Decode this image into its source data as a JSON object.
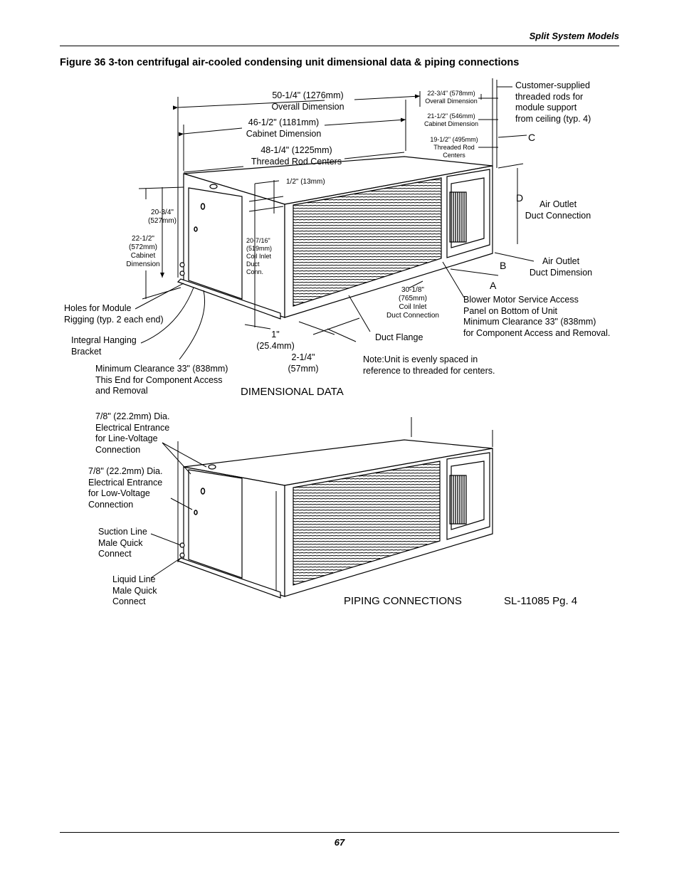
{
  "header": {
    "section": "Split System Models"
  },
  "figure": {
    "title": "Figure 36  3-ton centrifugal air-cooled condensing unit dimensional data & piping connections"
  },
  "dimensional": {
    "overall_dimension": [
      "50-1/4\" (1276mm)",
      "Overall Dimension"
    ],
    "cabinet_dimension": [
      "46-1/2\" (1181mm)",
      "Cabinet Dimension"
    ],
    "threaded_rod_centers": [
      "48-1/4\" (1225mm)",
      "Threaded Rod Centers"
    ],
    "side_overall": [
      "22-3/4\" (578mm)",
      "Overall Dimension"
    ],
    "side_cabinet": [
      "21-1/2\" (546mm)",
      "Cabinet Dimension"
    ],
    "side_rod": [
      "19-1/2\" (495mm)",
      "Threaded Rod",
      "Centers"
    ],
    "customer_rods": [
      "Customer-supplied",
      "threaded rods for",
      "module support",
      "from ceiling (typ. 4)"
    ],
    "half_inch": "1/2\" (13mm)",
    "height_20_3_4": [
      "20-3/4\"",
      "(527mm)"
    ],
    "height_22_1_2": [
      "22-1/2\"",
      "(572mm)",
      "Cabinet",
      "Dimension"
    ],
    "coil_inlet_height": [
      "20-7/16\"",
      "(519mm)",
      "Coil Inlet",
      "Duct",
      "Conn."
    ],
    "letter_c": "C",
    "letter_d": "D",
    "letter_b": "B",
    "letter_a": "A",
    "air_outlet_conn": [
      "Air Outlet",
      "Duct Connection"
    ],
    "air_outlet_dim": [
      "Air Outlet",
      "Duct Dimension"
    ],
    "holes": [
      "Holes for Module",
      "Rigging (typ. 2 each end)"
    ],
    "bracket": [
      "Integral Hanging",
      "Bracket"
    ],
    "min_clearance_end": [
      "Minimum Clearance 33\" (838mm)",
      "This End for Component Access",
      "and Removal"
    ],
    "coil_inlet_width": [
      "30-1/8\"",
      "(765mm)",
      "Coil Inlet",
      "Duct Connection"
    ],
    "blower": [
      "Blower Motor Service Access",
      "Panel on Bottom of Unit",
      "Minimum Clearance 33\" (838mm)",
      "for Component Access and Removal."
    ],
    "one_inch": [
      "1\"",
      "(25.4mm)"
    ],
    "two_quarter": [
      "2-1/4\"",
      "(57mm)"
    ],
    "duct_flange": "Duct Flange",
    "note": [
      "Note:Unit is evenly spaced in",
      "reference to threaded for centers."
    ],
    "caption": "DIMENSIONAL DATA"
  },
  "piping": {
    "line_voltage": [
      "7/8\" (22.2mm) Dia.",
      "Electrical Entrance",
      "for Line-Voltage",
      "Connection"
    ],
    "low_voltage": [
      "7/8\" (22.2mm) Dia.",
      "Electrical Entrance",
      "for Low-Voltage",
      "Connection"
    ],
    "suction": [
      "Suction Line",
      "Male Quick",
      "Connect"
    ],
    "liquid": [
      "Liquid Line",
      "Male Quick",
      "Connect"
    ],
    "caption": "PIPING CONNECTIONS",
    "ref": "SL-11085 Pg. 4"
  },
  "footer": {
    "page_number": "67"
  }
}
